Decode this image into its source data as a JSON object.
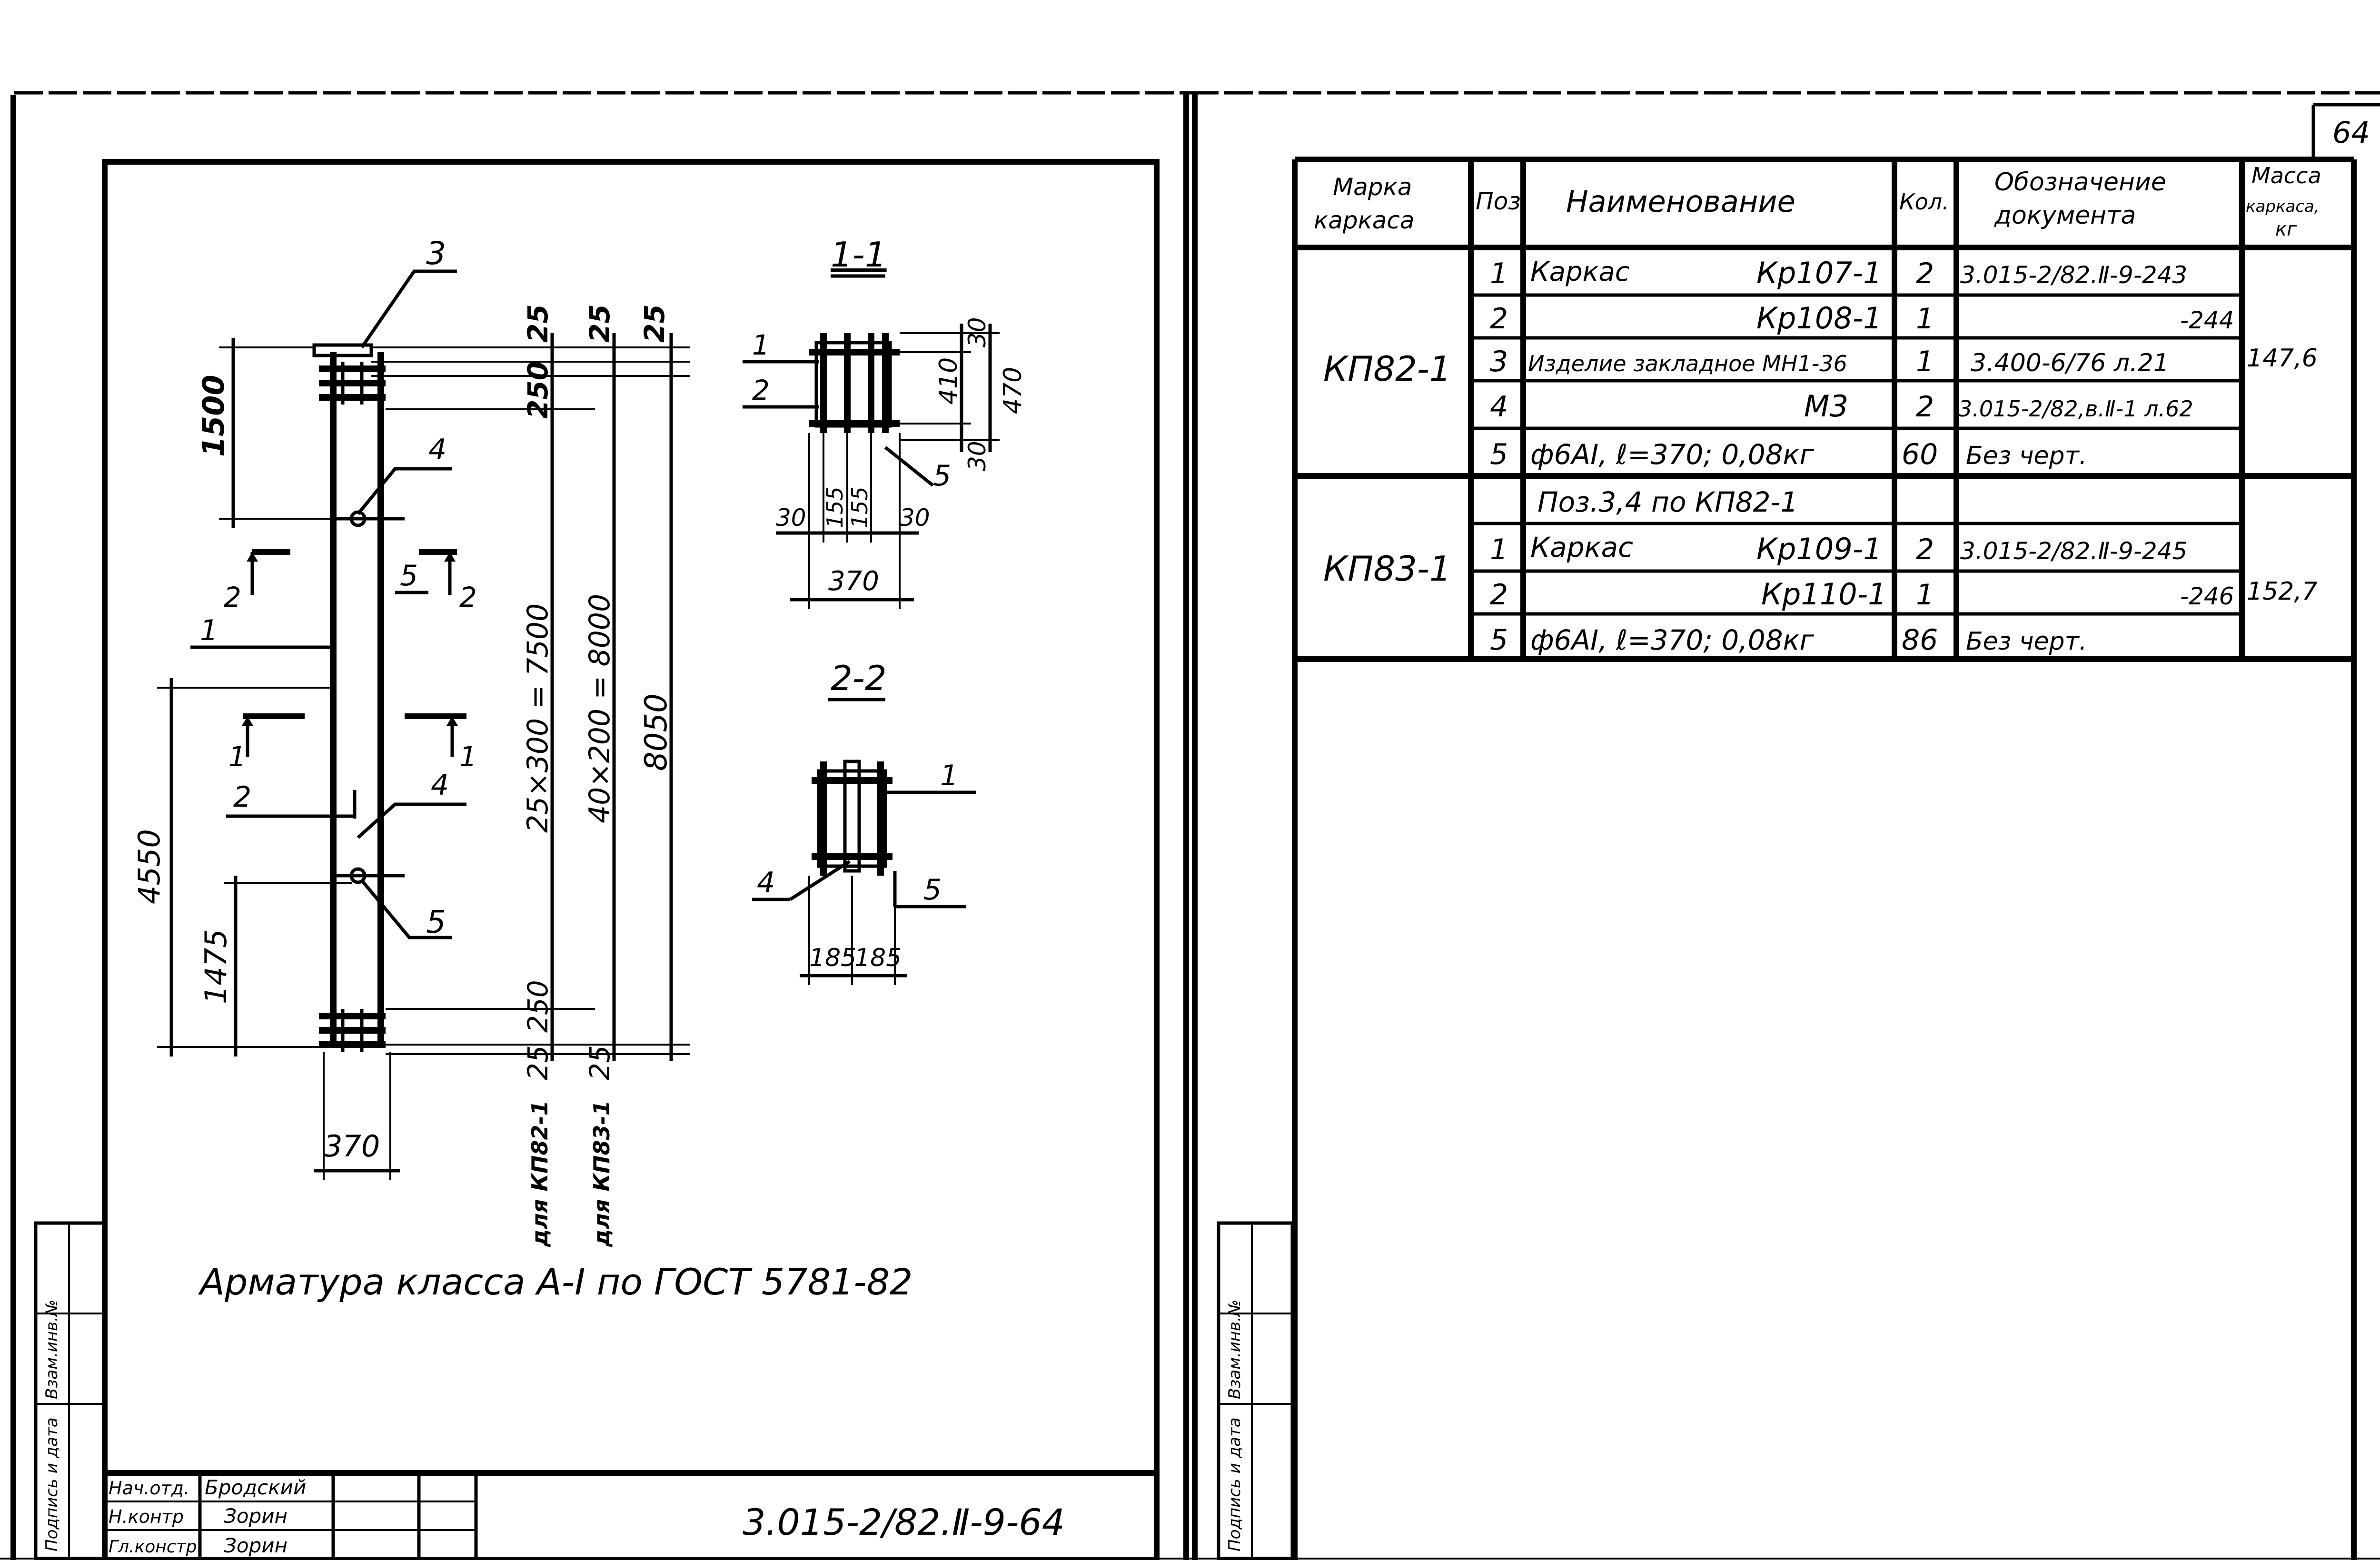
{
  "sheet": {
    "page_number": "64",
    "drawing_code": "3.015-2/82.Ⅱ-9-64",
    "material_note": "Арматура класса А-I по ГОСТ 5781-82",
    "stamp_rows": [
      {
        "role": "Нач.отд.",
        "name": "Бродский"
      },
      {
        "role": "Н.контр",
        "name": "Зорин"
      },
      {
        "role": "Гл.констр",
        "name": "Зорин"
      }
    ],
    "side_stamp": [
      "Подпись и дата",
      "Взам.инв.№"
    ]
  },
  "elevation": {
    "dims": {
      "d1500": "1500",
      "d4550": "4550",
      "d1475": "1475",
      "d370": "370",
      "d8050": "8050",
      "d25a": "25",
      "d25b": "25",
      "d25c": "25",
      "d250a": "250",
      "d250b": "250",
      "d25d": "25",
      "d25e": "25",
      "pitch1": "25×300 = 7500",
      "pitch2": "40×200 = 8000"
    },
    "marks": {
      "p3": "3",
      "p4a": "4",
      "p4b": "4",
      "p5a": "5",
      "p5b": "5",
      "p1": "1",
      "p2": "2",
      "cut2a": "2",
      "cut2b": "2",
      "cut1a": "1",
      "cut1b": "1"
    },
    "notes": {
      "for_kp82": "для КП82-1",
      "for_kp83": "для КП83-1"
    }
  },
  "section_1_1": {
    "title": "1-1",
    "marks": {
      "p1": "1",
      "p2": "2",
      "p5": "5"
    },
    "dims": {
      "d30t": "30",
      "d410": "410",
      "d470": "470",
      "d30b": "30",
      "d30l": "30",
      "d155a": "155",
      "d155b": "155",
      "d30r": "30",
      "d370": "370"
    }
  },
  "section_2_2": {
    "title": "2-2",
    "marks": {
      "p1": "1",
      "p4": "4",
      "p5": "5"
    },
    "dims": {
      "d185a": "185",
      "d185b": "185"
    }
  },
  "table": {
    "headers": {
      "mark": [
        "Марка",
        "каркаса"
      ],
      "pos": "Поз",
      "name": "Наименование",
      "qty": "Кол.",
      "doc": [
        "Обозначение",
        "документа"
      ],
      "mass": [
        "Масса",
        "каркаса,",
        "кг"
      ]
    },
    "groups": [
      {
        "mark": "КП82-1",
        "mass": "147,6",
        "rows": [
          {
            "pos": "1",
            "name": "Каркас",
            "name2": "Кр107-1",
            "qty": "2",
            "doc": "3.015-2/82.Ⅱ-9-243"
          },
          {
            "pos": "2",
            "name": "",
            "name2": "Кр108-1",
            "qty": "1",
            "doc": "-244"
          },
          {
            "pos": "3",
            "name": "Изделие закладное МН1-36",
            "name2": "",
            "qty": "1",
            "doc": "3.400-6/76 л.21"
          },
          {
            "pos": "4",
            "name": "",
            "name2": "М3",
            "qty": "2",
            "doc": "3.015-2/82,в.Ⅱ-1 л.62"
          },
          {
            "pos": "5",
            "name": "ф6АI, ℓ=370; 0,08кг",
            "name2": "",
            "qty": "60",
            "doc": "Без черт."
          }
        ]
      },
      {
        "mark": "КП83-1",
        "mass": "152,7",
        "rows": [
          {
            "pos": "",
            "name": "Поз.3,4 по КП82-1",
            "name2": "",
            "qty": "",
            "doc": ""
          },
          {
            "pos": "1",
            "name": "Каркас",
            "name2": "Кр109-1",
            "qty": "2",
            "doc": "3.015-2/82.Ⅱ-9-245"
          },
          {
            "pos": "2",
            "name": "",
            "name2": "Кр110-1",
            "qty": "1",
            "doc": "-246"
          },
          {
            "pos": "5",
            "name": "ф6АI, ℓ=370; 0,08кг",
            "name2": "",
            "qty": "86",
            "doc": "Без черт."
          }
        ]
      }
    ]
  }
}
